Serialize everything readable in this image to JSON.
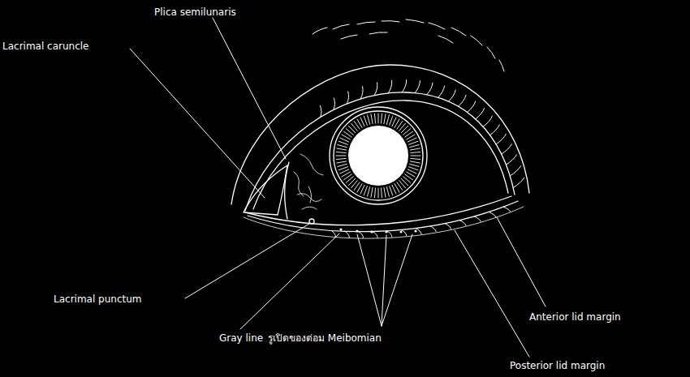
{
  "diagram": {
    "labels": [
      "Plica semilunaris",
      "Lacrimal caruncle",
      "Lacrimal punctum",
      "Gray line",
      "รูเปิดของต่อม Meibomian",
      "Anterior lid margin",
      "Posterior lid margin"
    ]
  }
}
